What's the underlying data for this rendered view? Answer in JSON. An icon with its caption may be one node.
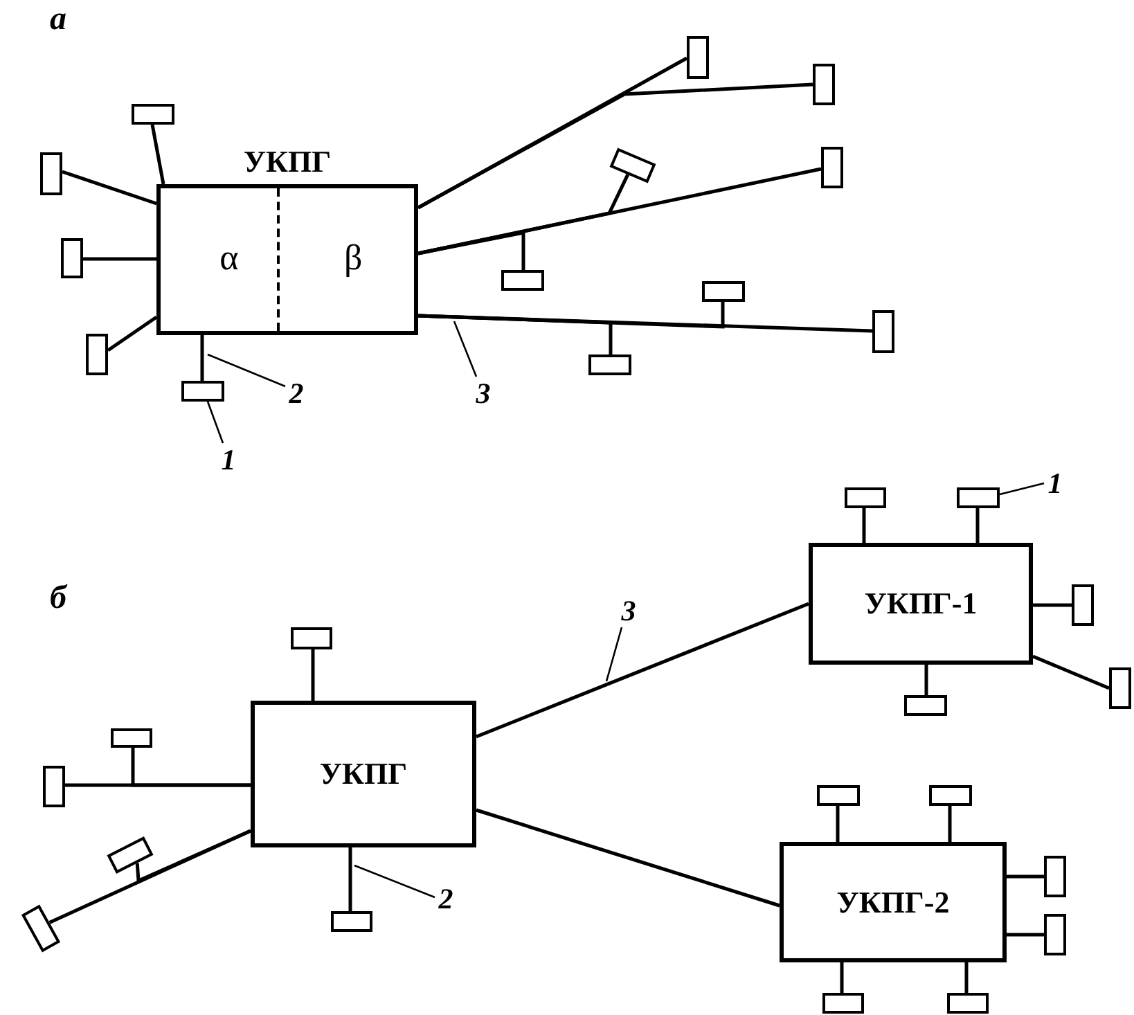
{
  "diagram": {
    "nodes": [
      {
        "text": [
          "УКПГ",
          "α",
          "β"
        ]
      },
      {
        "text": [],
        "shape": "box"
      },
      {
        "text": [],
        "shape": "box"
      },
      {
        "text": [],
        "shape": "box"
      },
      {
        "text": [],
        "shape": "box"
      },
      {
        "text": [],
        "shape": "box"
      },
      {
        "text": [],
        "shape": "box"
      },
      {
        "text": [],
        "shape": "box"
      },
      {
        "text": [],
        "shape": "box"
      },
      {
        "text": [],
        "shape": "box"
      },
      {
        "text": [],
        "shape": "box"
      },
      {
        "text": [],
        "shape": "box"
      },
      {
        "text": [],
        "shape": "box"
      },
      {
        "text": [],
        "shape": "box"
      },
      {
        "text": [
          "2"
        ]
      },
      {
        "text": [
          "3"
        ]
      },
      {
        "text": [
          "1"
        ]
      },
      {
        "text": [],
        "shape": "box"
      },
      {
        "text": [],
        "shape": "box"
      },
      {
        "text": [
          "1"
        ]
      },
      {
        "text": [
          "УКПГ-1"
        ]
      },
      {
        "text": [],
        "shape": "box"
      },
      {
        "text": [
          "3"
        ]
      },
      {
        "text": [],
        "shape": "box"
      },
      {
        "text": [],
        "shape": "box"
      },
      {
        "text": [],
        "shape": "box"
      },
      {
        "text": [
          "УКПГ"
        ]
      },
      {
        "text": [],
        "shape": "box"
      },
      {
        "text": [],
        "shape": "box"
      },
      {
        "text": [],
        "shape": "box"
      },
      {
        "text": [],
        "shape": "box"
      },
      {
        "text": [],
        "shape": "box"
      },
      {
        "text": [
          "УКПГ-2"
        ]
      },
      {
        "text": [],
        "shape": "box"
      },
      {
        "text": [
          "2"
        ]
      },
      {
        "text": [],
        "shape": "box"
      },
      {
        "text": [],
        "shape": "box"
      },
      {
        "text": [],
        "shape": "box"
      },
      {
        "text": [],
        "shape": "box"
      },
      {
        "text": [],
        "shape": "box"
      }
    ],
    "edges": [
      {
        "from": 1,
        "to": 0,
        "arrow": "none"
      },
      {
        "from": 2,
        "to": 0,
        "arrow": "none"
      },
      {
        "from": 3,
        "to": 0,
        "arrow": "none"
      },
      {
        "from": 4,
        "to": 0,
        "arrow": "none"
      },
      {
        "from": 5,
        "to": 0,
        "arrow": "none"
      },
      {
        "from": 6,
        "to": 0,
        "arrow": "none"
      },
      {
        "from": 7,
        "to": 0,
        "arrow": "none"
      },
      {
        "from": 8,
        "to": 0,
        "arrow": "none"
      },
      {
        "from": 9,
        "to": 0,
        "arrow": "none"
      },
      {
        "from": 10,
        "to": 0,
        "arrow": "none"
      },
      {
        "from": 11,
        "to": 0,
        "arrow": "none"
      },
      {
        "from": 12,
        "to": 0,
        "arrow": "none"
      },
      {
        "from": 13,
        "to": 0,
        "arrow": "none"
      },
      {
        "from": 14,
        "to": null,
        "arrow": "none"
      },
      {
        "from": 15,
        "to": null,
        "arrow": "none"
      },
      {
        "from": 16,
        "to": 13,
        "arrow": "none"
      },
      {
        "from": 17,
        "to": 20,
        "arrow": "none"
      },
      {
        "from": 18,
        "to": 20,
        "arrow": "none"
      },
      {
        "from": 19,
        "to": 18,
        "arrow": "none"
      },
      {
        "from": 21,
        "to": 20,
        "arrow": "none"
      },
      {
        "from": 22,
        "to": null,
        "arrow": "none"
      },
      {
        "from": 23,
        "to": 26,
        "arrow": "none"
      },
      {
        "from": 24,
        "to": 20,
        "arrow": "none"
      },
      {
        "from": 25,
        "to": 20,
        "arrow": "none"
      },
      {
        "from": 26,
        "to": 20,
        "arrow": "none"
      },
      {
        "from": 26,
        "to": 32,
        "arrow": "none"
      },
      {
        "from": 27,
        "to": 26,
        "arrow": "none"
      },
      {
        "from": 28,
        "to": 26,
        "arrow": "none"
      },
      {
        "from": 29,
        "to": 32,
        "arrow": "none"
      },
      {
        "from": 30,
        "to": 32,
        "arrow": "none"
      },
      {
        "from": 31,
        "to": 26,
        "arrow": "none"
      },
      {
        "from": 33,
        "to": 32,
        "arrow": "none"
      },
      {
        "from": 34,
        "to": null,
        "arrow": "none"
      },
      {
        "from": 35,
        "to": 26,
        "arrow": "none"
      },
      {
        "from": 36,
        "to": 32,
        "arrow": "none"
      },
      {
        "from": 37,
        "to": 26,
        "arrow": "none"
      },
      {
        "from": 38,
        "to": 32,
        "arrow": "none"
      },
      {
        "from": 39,
        "to": 32,
        "arrow": "none"
      }
    ],
    "labels": [
      "а",
      "б"
    ]
  }
}
